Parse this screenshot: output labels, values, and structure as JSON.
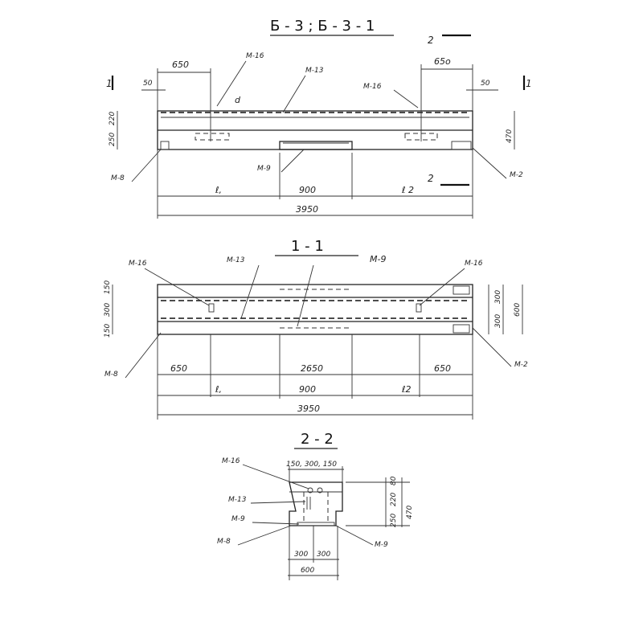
{
  "drawing": {
    "title": "Б - 3 ; Б - 3 - 1",
    "section1_title": "1 - 1",
    "section2_title": "2 - 2",
    "cut_mark_1": "1",
    "cut_mark_2": "2"
  },
  "elevation": {
    "dim_650_left": "650",
    "dim_650_right": "65o",
    "dim_50_left": "50",
    "dim_50_right": "50",
    "dim_220": "220",
    "dim_250": "250",
    "dim_470": "470",
    "dim_l1": "ℓ,",
    "dim_900": "900",
    "dim_l2": "ℓ 2",
    "dim_3950": "3950",
    "lbl_m16_left": "M-16",
    "lbl_m13": "M-13",
    "lbl_m16_right": "M-16",
    "lbl_m9": "M-9",
    "lbl_m8": "M-8",
    "lbl_m2": "M-2",
    "lbl_d": "d",
    "cut_2_top": "2",
    "cut_2_bottom": "2",
    "cut_1_left": "1",
    "cut_1_right": "1"
  },
  "section11": {
    "lbl_m16_left": "M-16",
    "lbl_m13": "M-13",
    "lbl_m9": "M-9",
    "lbl_m16_right": "M-16",
    "lbl_m8": "M-8",
    "lbl_m2": "M-2",
    "dim_150_top": "150",
    "dim_300": "300",
    "dim_150_bottom": "150",
    "dim_300_r1": "300",
    "dim_300_r2": "300",
    "dim_600": "600",
    "dim_650_left": "650",
    "dim_2650": "2650",
    "dim_650_right": "650",
    "dim_l1": "ℓ,",
    "dim_900": "900",
    "dim_l2": "ℓ2",
    "dim_3950": "3950"
  },
  "section22": {
    "lbl_m16": "M-16",
    "lbl_m13": "M-13",
    "lbl_m9": "M-9",
    "lbl_m8": "M-8",
    "lbl_m9_right": "M-9",
    "dim_top": "150, 300, 150",
    "dim_80": "80",
    "dim_220": "220",
    "dim_250": "250",
    "dim_470": "470",
    "dim_300_l": "300",
    "dim_300_r": "300",
    "dim_600": "600"
  }
}
